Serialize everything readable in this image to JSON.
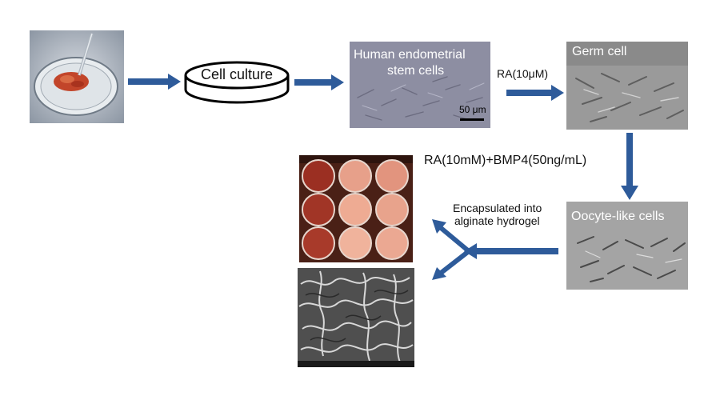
{
  "steps": {
    "cell_culture": "Cell culture",
    "endometrial_stem_cells_line1": "Human endometrial",
    "endometrial_stem_cells_line2": "stem cells",
    "scale_bar": "50 μm",
    "germ_cell": "Germ cell",
    "oocyte_like": "Oocyte-like cells"
  },
  "treatments": {
    "ra_10um": "RA(10μM)",
    "ra_bmp4": "RA(10mM)+BMP4(50ng/mL)",
    "encapsulated_line1": "Encapsulated into",
    "encapsulated_line2": "alginate hydrogel"
  },
  "colors": {
    "arrow": "#2e5b9a",
    "micrograph": "#8a8a9c",
    "hydrogel_well": "#e7a08a"
  }
}
